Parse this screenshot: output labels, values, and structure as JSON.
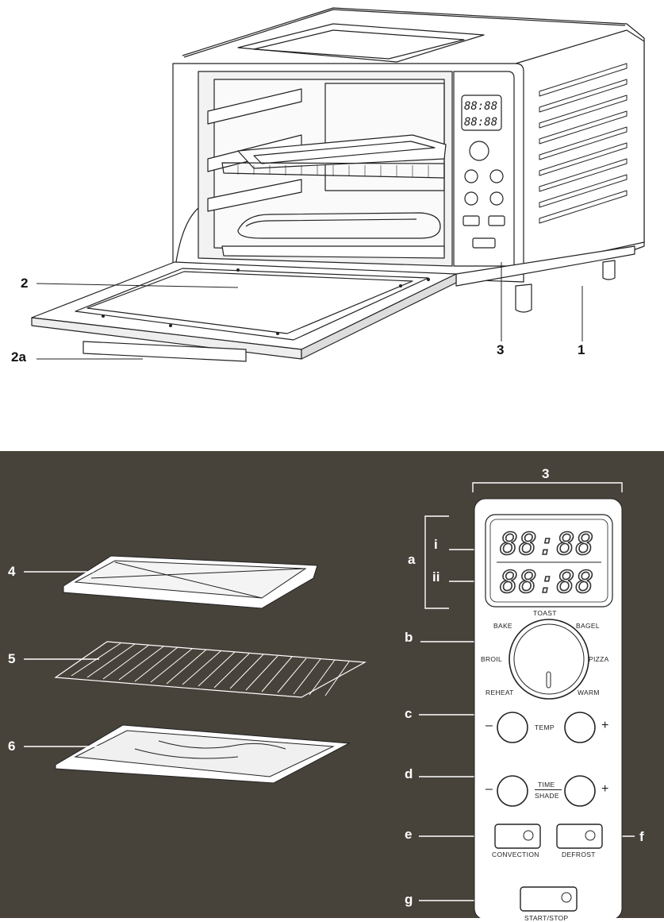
{
  "oven_view": {
    "callouts": {
      "body": "1",
      "door": "2",
      "crumb_tray": "2a",
      "control_panel": "3"
    }
  },
  "accessories_view": {
    "callouts": {
      "panel": "3",
      "baking_pan": "4",
      "wire_rack": "5",
      "broil_rack": "6",
      "display": "a",
      "display_top": "i",
      "display_bottom": "ii",
      "selector_dial": "b",
      "temp_row": "c",
      "time_row": "d",
      "convection": "e",
      "defrost": "f",
      "start_stop": "g"
    },
    "display_digits": {
      "top": "88:88",
      "bottom": "88:88"
    },
    "dial_labels": {
      "toast": "TOAST",
      "bake": "BAKE",
      "bagel": "BAGEL",
      "broil": "BROIL",
      "pizza": "PIZZA",
      "reheat": "REHEAT",
      "warm": "WARM"
    },
    "buttons": {
      "temp": "TEMP",
      "time": "TIME",
      "shade": "SHADE",
      "minus": "–",
      "plus": "+",
      "convection": "CONVECTION",
      "defrost": "DEFROST",
      "start_stop": "START/STOP"
    }
  }
}
